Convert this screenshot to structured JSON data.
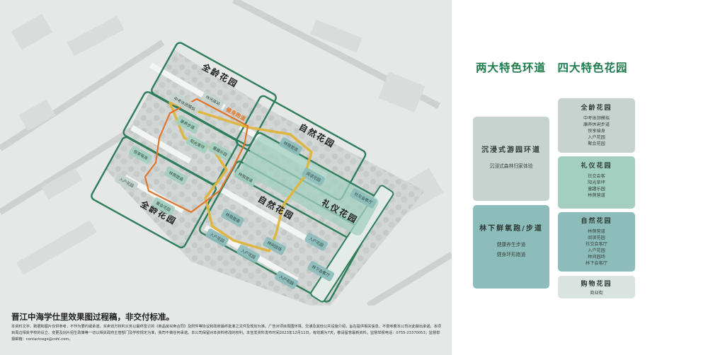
{
  "headline": "两大特色环道　四大特色花园",
  "loops": [
    {
      "title": "沉浸式游园环道",
      "items": [
        "沉浸式森林归家体验"
      ],
      "color": "#c6d3cf"
    },
    {
      "title": "林下鲜氧跑/步道",
      "items": [
        "健康养生步道",
        "健身环形跑道"
      ],
      "color": "#8cbdbb"
    }
  ],
  "gardens": [
    {
      "title": "全龄花园",
      "items": [
        "中考体测模拟",
        "康养休闲步道",
        "悦享瑜身",
        "入户花园",
        "聚会花园"
      ],
      "color": "#c6d3cf"
    },
    {
      "title": "礼仪花园",
      "items": [
        "社交会客",
        "阳光草坪",
        "童趣乐园",
        "林荫营道"
      ],
      "color": "#a3cfc0"
    },
    {
      "title": "自然花园",
      "items": [
        "林荫营道",
        "阅读花园",
        "社交会客厅",
        "入户花园",
        "林间园场",
        "林下会客厅"
      ],
      "color": "#8cbdbb"
    },
    {
      "title": "购物花园",
      "items": [
        "商业街"
      ],
      "color": "#d9e4e1"
    }
  ],
  "map": {
    "zone_titles": {
      "all_age_top": "全龄花园",
      "all_age_bottom": "全龄花园",
      "nature_top": "自然花园",
      "nature_bottom": "自然花园",
      "ceremony": "礼仪花园"
    },
    "fitness_path_label": "健身跑道",
    "pods": {
      "p1": "中考体测模拟",
      "p2": "休闲驿站",
      "p3": "康养步道",
      "p4": "阳光草坪",
      "p5": "童趣乐园",
      "p6": "悦享瑜身",
      "p7": "林荫营道",
      "p8": "入户花园",
      "p9": "聚会花园",
      "p10": "林荫营道",
      "p11": "林荫营道",
      "p12": "阅读花园",
      "p13": "社交会客厅",
      "p14": "林荫营道",
      "p15": "入户花园",
      "p16": "入户花园",
      "p17": "林间园场",
      "p18": "入户花园",
      "p19": "林下会客厅",
      "p20": "入户花园"
    }
  },
  "disclaimer": {
    "title": "晋江中海学仕里效果图过程稿，非交付标准。",
    "notes": "本资料文字、数据和图片仅供参考，不作为要约或承诺。买卖双方权利义务以最终签订的《商品房买卖合同》及附件等协议和政府最终批准之文件及规划为准。广告对项目周围环境、交通及其他公共设施介绍，旨在提供相关信息，不意味着本公司对此做出承诺。本项目周边相关学校的设立、变更及划片招生政策等一切以相关政府主管部门及学校规定为准，我司不做任何承诺。本公司保留对本资料修改的权利。本宣发资料发布时间2023年12月11日，有效期为7天，敬请留意最新资料。监督举报电话：0755-23370053；监督举报邮箱：contactcogo@cohl.com。"
  }
}
